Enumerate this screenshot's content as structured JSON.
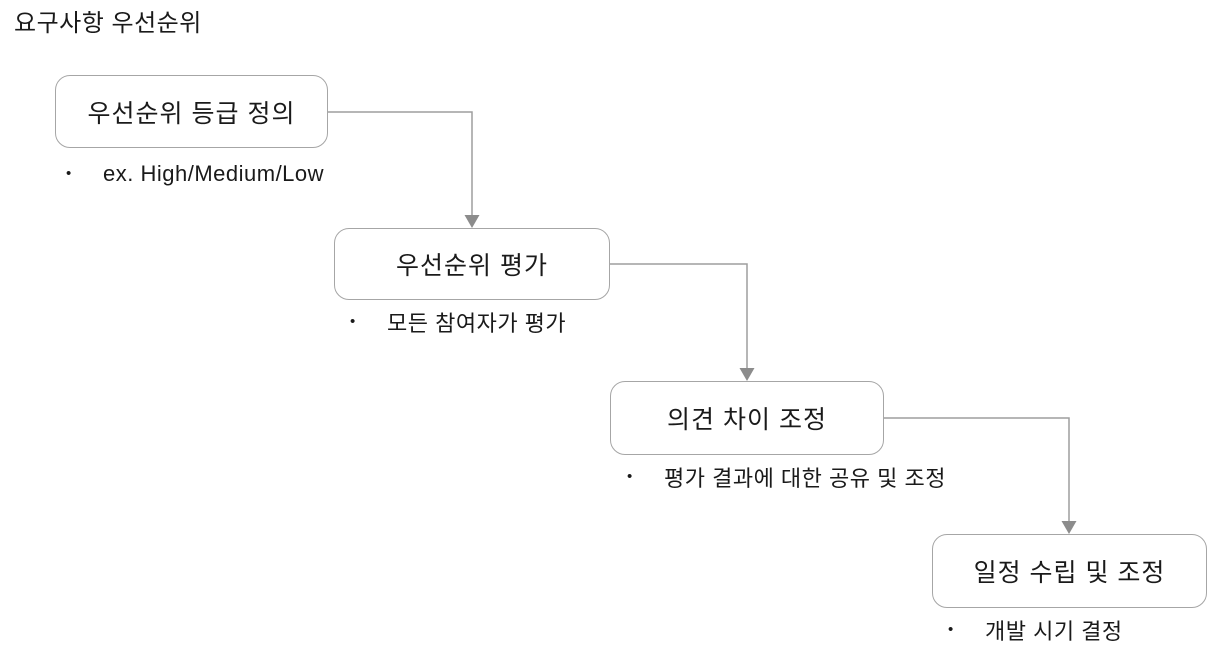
{
  "title": "요구사항 우선순위",
  "diagram": {
    "bullet_char": "•",
    "steps": [
      {
        "label": "우선순위 등급 정의",
        "note": "ex. High/Medium/Low"
      },
      {
        "label": "우선순위 평가",
        "note": "모든 참여자가 평가"
      },
      {
        "label": "의견 차이 조정",
        "note": "평가 결과에 대한 공유 및 조정"
      },
      {
        "label": "일정 수립 및 조정",
        "note": "개발 시기 결정"
      }
    ],
    "colors": {
      "box_border": "#a6a6a6",
      "connector_line": "#9e9e9e",
      "arrowhead": "#8c8c8c",
      "text": "#1a1a1a",
      "background": "#ffffff"
    }
  }
}
